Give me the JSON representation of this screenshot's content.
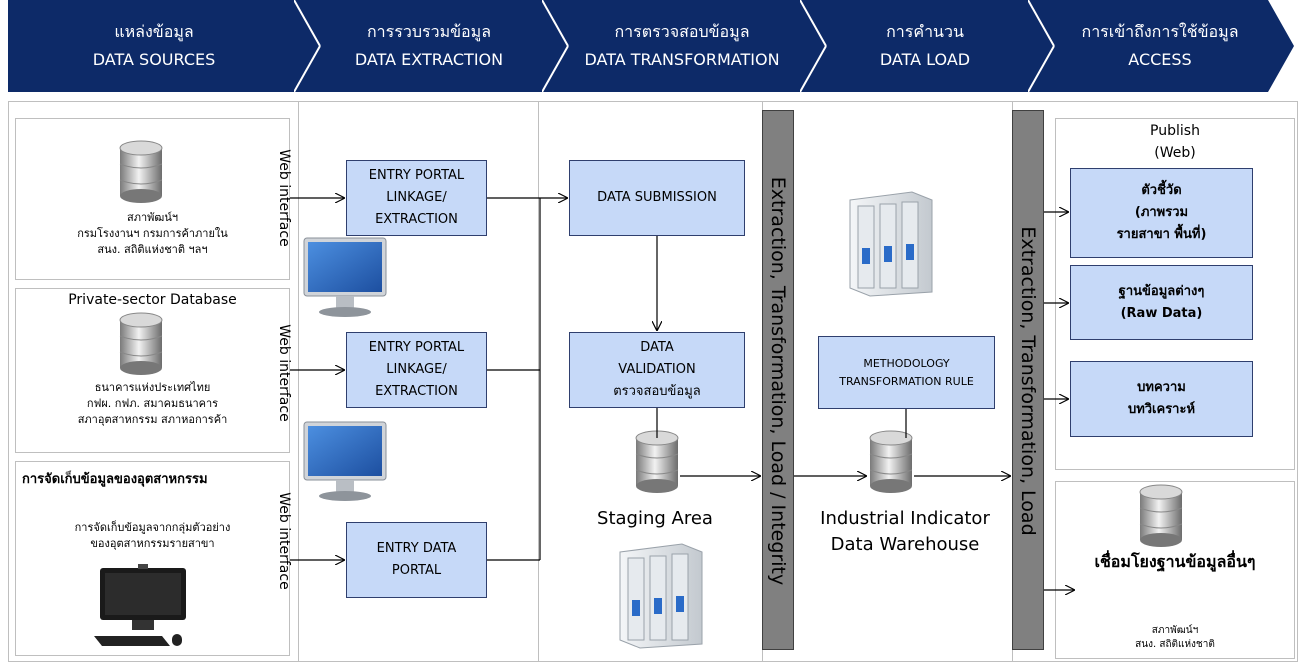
{
  "stages": [
    {
      "th": "แหล่งข้อมูล",
      "en": "DATA SOURCES"
    },
    {
      "th": "การรวบรวมข้อมูล",
      "en": "DATA EXTRACTION"
    },
    {
      "th": "การตรวจสอบข้อมูล",
      "en": "DATA TRANSFORMATION"
    },
    {
      "th": "การคำนวน",
      "en": "DATA LOAD"
    },
    {
      "th": "การเข้าถึงการใช้ข้อมูล",
      "en": "ACCESS"
    }
  ],
  "sources": {
    "gov": "สภาพัฒน์ฯ\nกรมโรงงานฯ กรมการค้าภายใน\nสนง. สถิติแห่งชาติ ฯลฯ",
    "private_title": "Private-sector Database",
    "private": "ธนาคารแห่งประเทศไทย\nกฟผ. กฟภ. สมาคมธนาคาร\nสภาอุตสาหกรรม สภาหอการค้า",
    "industry_title": "การจัดเก็บข้อมูลของอุตสาหกรรม",
    "industry": "การจัดเก็บข้อมูลจากกลุ่มตัวอย่าง\nของอุตสาหกรรมรายสาขา"
  },
  "web_interface": "Web interface",
  "extraction": {
    "portal1": "ENTRY PORTAL\nLINKAGE/\nEXTRACTION",
    "portal2": "ENTRY PORTAL\nLINKAGE/\nEXTRACTION",
    "portal3": "ENTRY DATA\nPORTAL"
  },
  "transformation": {
    "submission": "DATA SUBMISSION",
    "validation": "DATA\nVALIDATION\nตรวจสอบข้อมูล",
    "staging": "Staging Area"
  },
  "etl_bar1": "Extraction, Transformation, Load / Integrity",
  "load": {
    "methodology": "METHODOLOGY\nTRANSFORMATION RULE",
    "warehouse": "Industrial Indicator\nData Warehouse"
  },
  "etl_bar2": "Extraction, Transformation, Load",
  "access": {
    "publish": "Publish\n(Web)",
    "indicators": "ตัวชี้วัด\n(ภาพรวม\nรายสาขา พื้นที่)",
    "rawdata": "ฐานข้อมูลต่างๆ\n(Raw Data)",
    "articles": "บทความ\nบทวิเคราะห์",
    "link": "เชื่อมโยงฐานข้อมูลอื่นๆ",
    "link_sub": "สภาพัฒน์ฯ\nสนง. สถิติแห่งชาติ"
  },
  "colors": {
    "header": "#0d2a68",
    "box_fill": "#c6d9f8",
    "box_border": "#2f3f6e",
    "bar": "#808080"
  },
  "icons": [
    "database-icon",
    "monitor-icon",
    "server-rack-icon",
    "desktop-computer-icon"
  ]
}
